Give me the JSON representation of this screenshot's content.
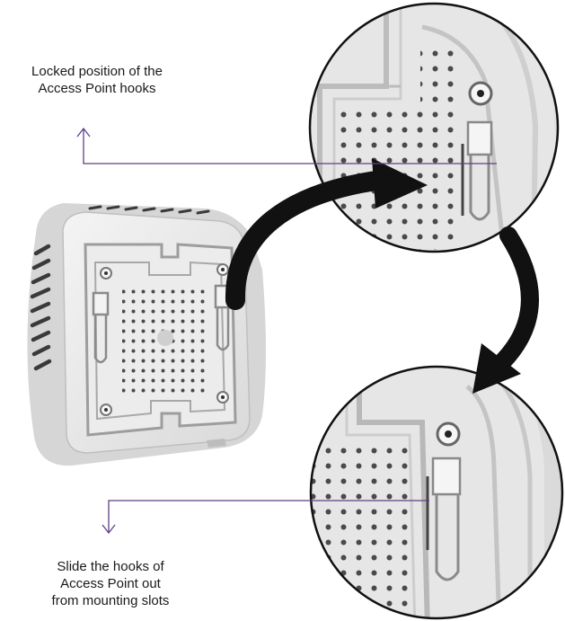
{
  "captions": {
    "locked": {
      "line1": "Locked position of the",
      "line2": "Access Point hooks"
    },
    "slide": {
      "line1": "Slide the hooks of",
      "line2": "Access Point out",
      "line3": "from mounting slots"
    }
  },
  "colors": {
    "leader_line": "#5b3f86",
    "arrow": "#111111",
    "device_body": "#e9e9e9",
    "device_shadow": "#bdbdbd",
    "vent_dark": "#3a3a3a"
  },
  "icons": {
    "arrow_head_up": "arrow-up-icon",
    "arrow_head_down": "arrow-down-icon"
  }
}
